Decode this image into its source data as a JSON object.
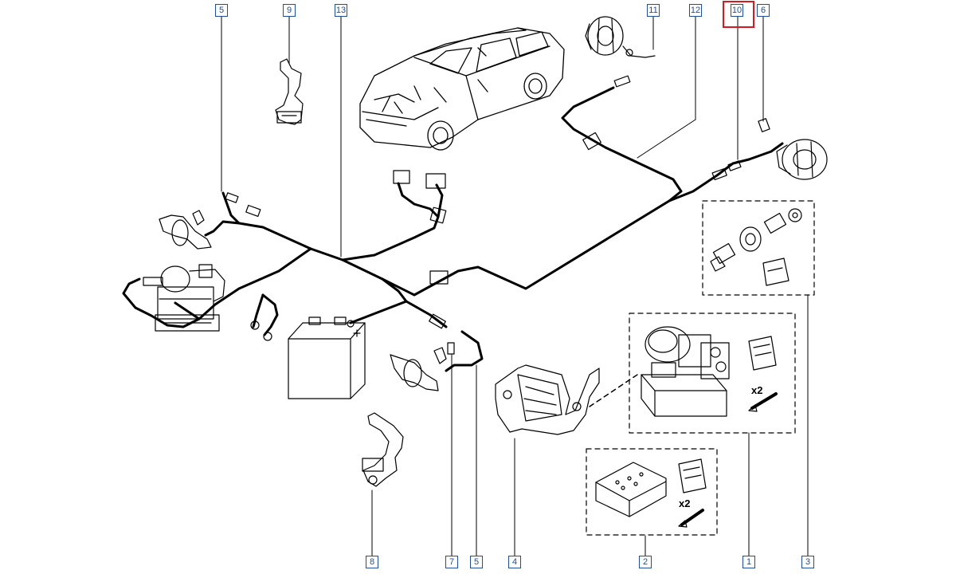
{
  "callouts": {
    "c5": "5",
    "c9": "9",
    "c13": "13",
    "c11": "11",
    "c12": "12",
    "c10": "10",
    "c6": "6",
    "c8": "8",
    "c7": "7",
    "c5b": "5",
    "c4": "4",
    "c2": "2",
    "c1": "1",
    "c3": "3"
  },
  "selected_callout": "10",
  "multipliers": {
    "ecu_bolts": "x2",
    "control_unit_bolts": "x2"
  },
  "colors": {
    "callout": "#1f4fa0",
    "selection": "#d8191f",
    "line": "#000000"
  }
}
